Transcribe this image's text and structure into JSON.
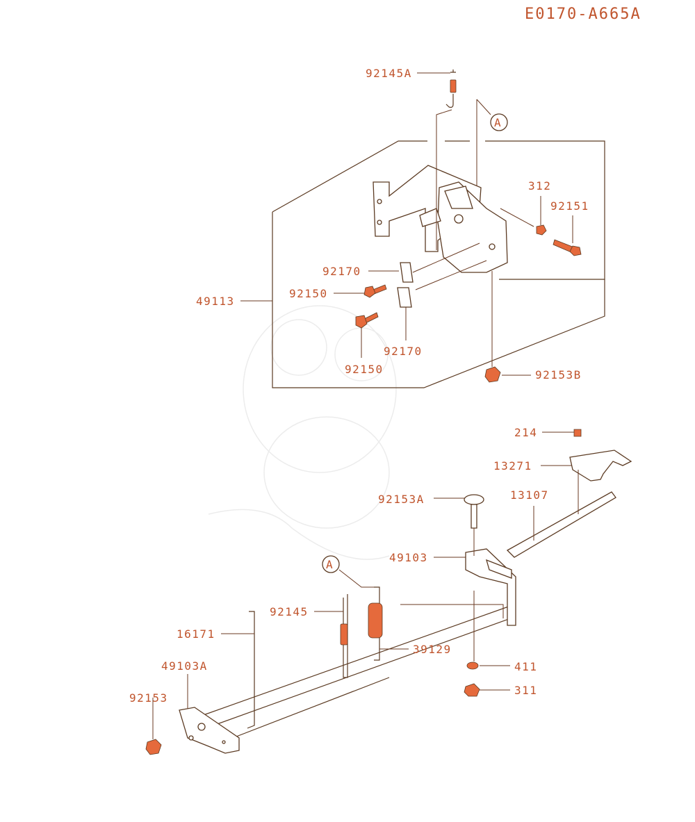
{
  "diagram_code": "E0170-A665A",
  "labels": {
    "p92145A": "92145A",
    "p312": "312",
    "p92151": "92151",
    "p92170_top": "92170",
    "p92150_top": "92150",
    "p49113": "49113",
    "p92170_bot": "92170",
    "p92150_bot": "92150",
    "p92153B": "92153B",
    "p214": "214",
    "p13271": "13271",
    "p92153A": "92153A",
    "p13107": "13107",
    "p49103": "49103",
    "p92145": "92145",
    "p16171": "16171",
    "p39129": "39129",
    "p49103A": "49103A",
    "p411": "411",
    "p311": "311",
    "p92153": "92153"
  },
  "refs": {
    "top": "A",
    "bottom": "A"
  },
  "colors": {
    "label": "#c0542c",
    "line": "#5b3a22",
    "highlight": "#e56a3c"
  }
}
